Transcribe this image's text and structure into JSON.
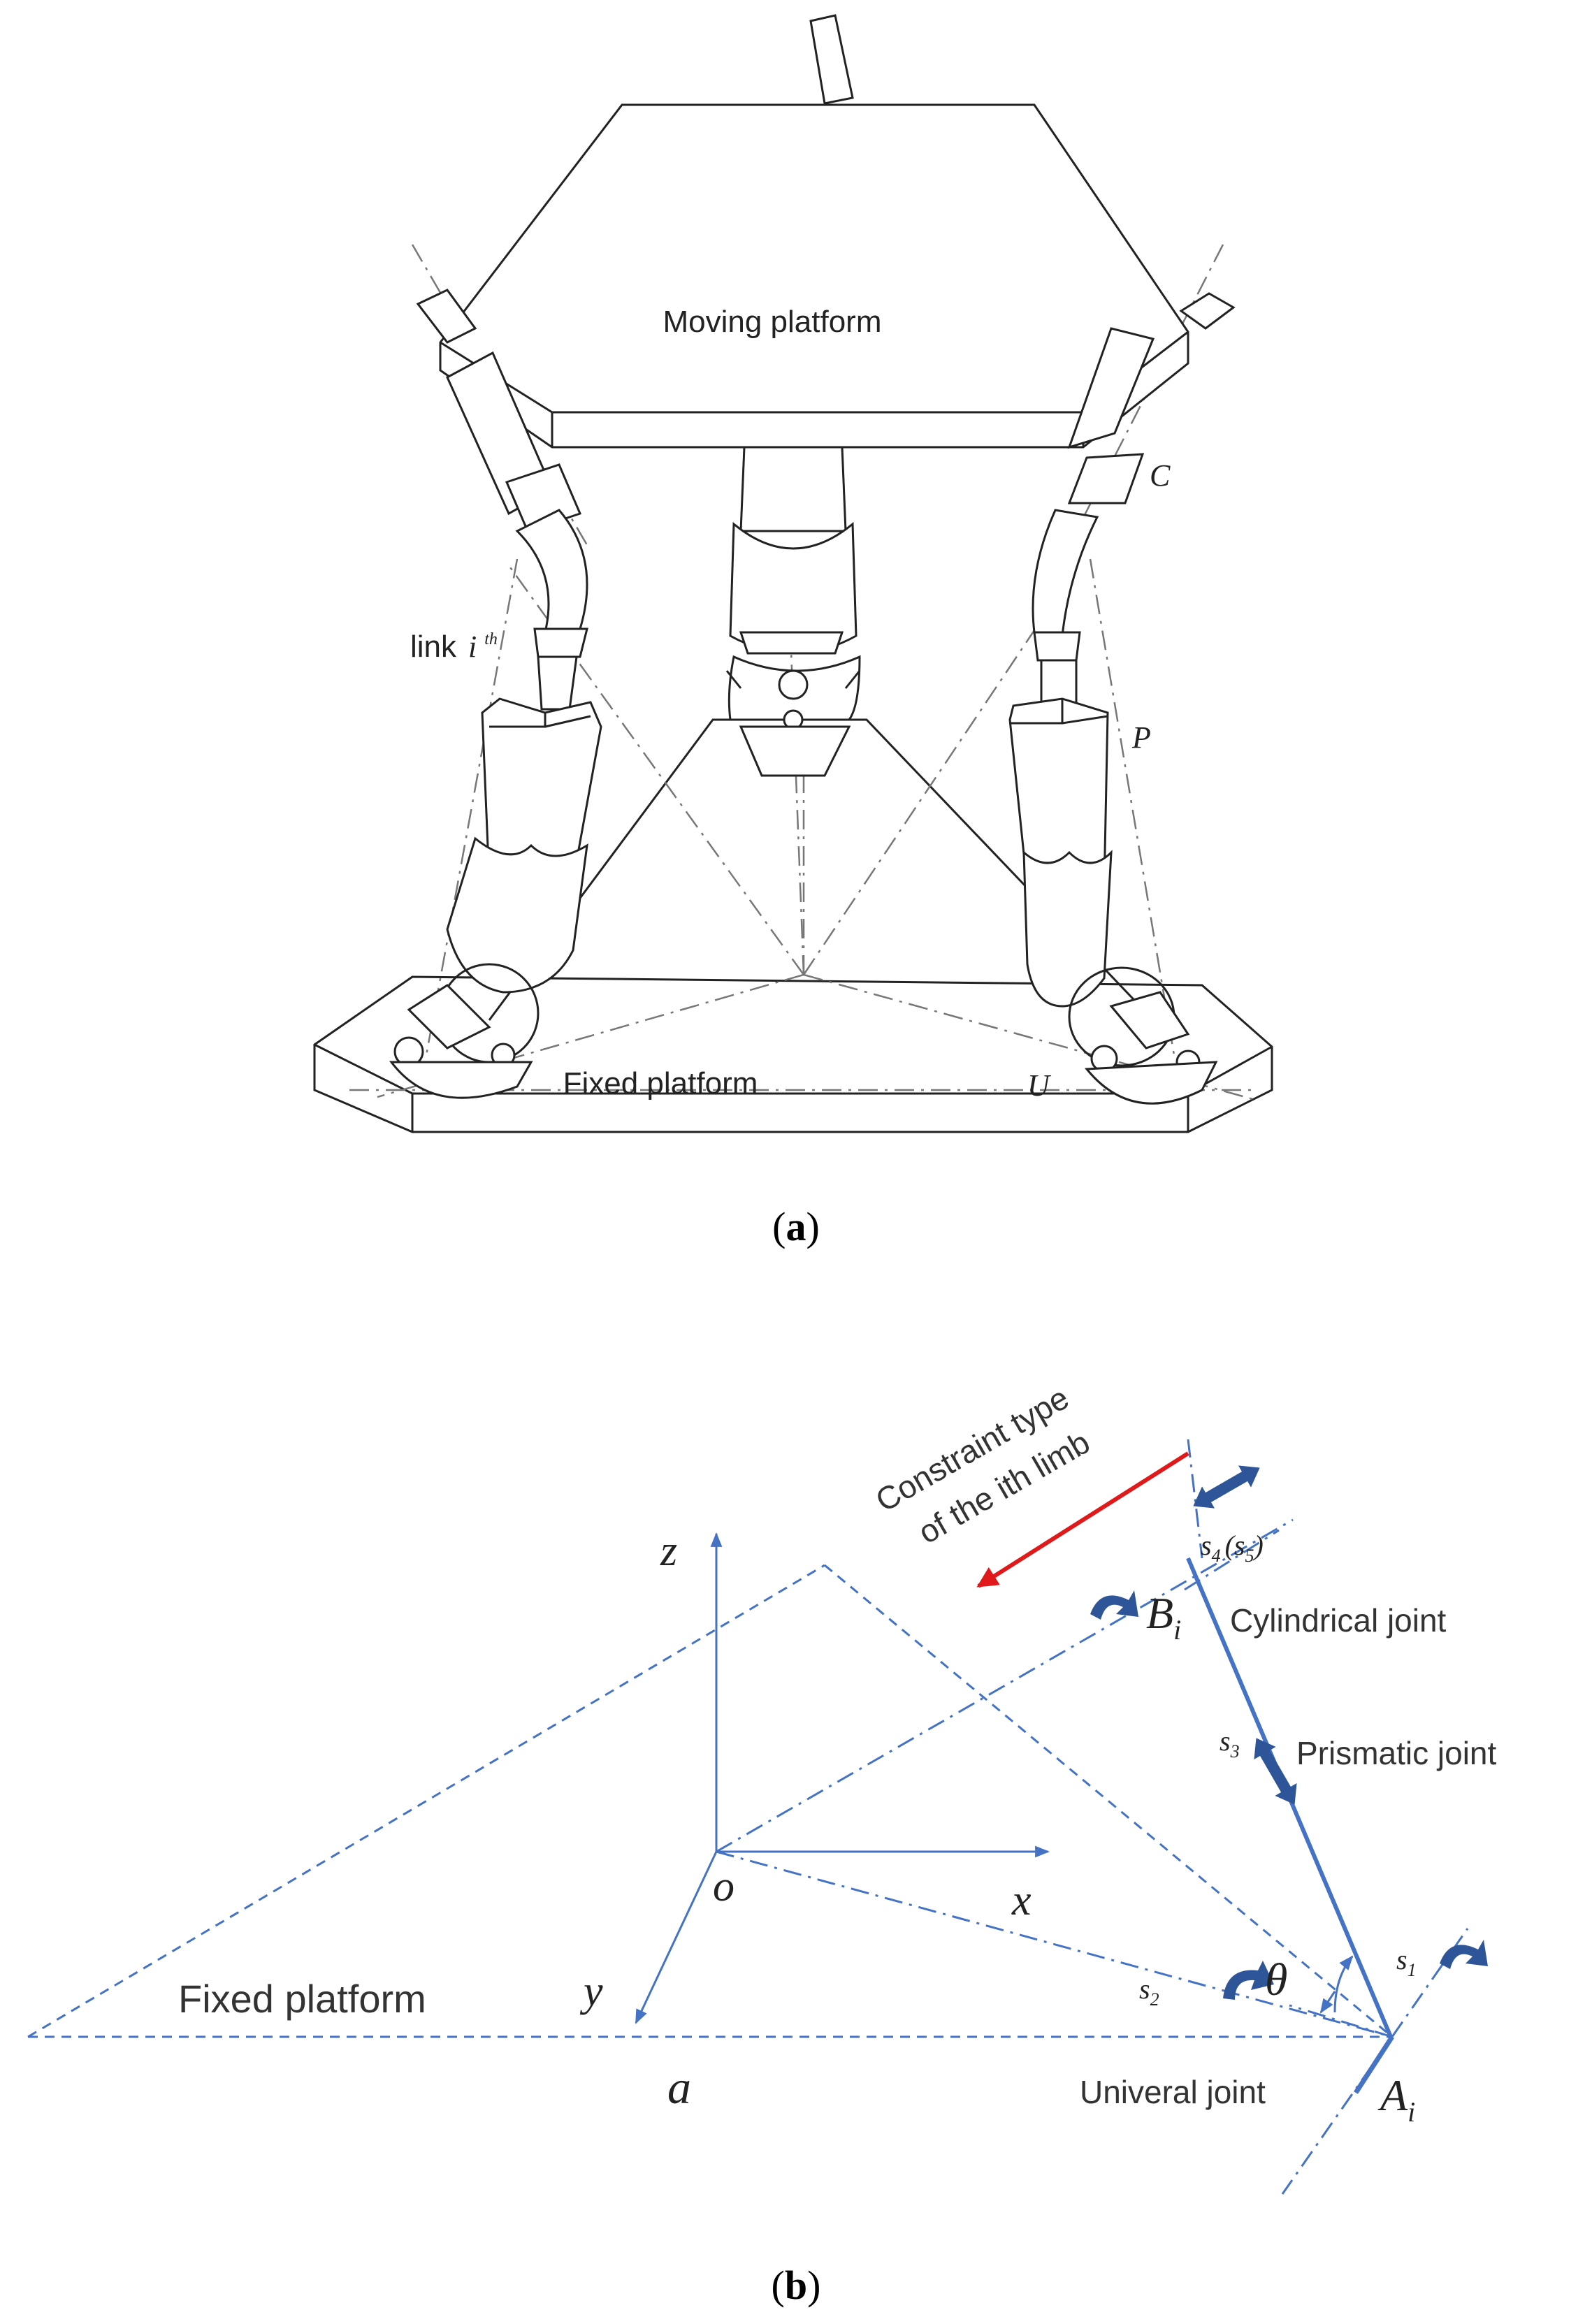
{
  "panel_a": {
    "caption_letter": "a",
    "labels": {
      "moving_platform": "Moving platform",
      "fixed_platform": "Fixed platform",
      "link_prefix": "link",
      "link_var": "i",
      "link_sup": "th",
      "C": "C",
      "P": "P",
      "U": "U"
    }
  },
  "panel_b": {
    "caption_letter": "b",
    "colors": {
      "line": "#4472c4",
      "arrow_fill": "#2e5597",
      "constraint_arrow": "#e0191a"
    },
    "labels": {
      "constraint_line1": "Constraint type",
      "constraint_line2": "of the ith limb",
      "z": "z",
      "x": "x",
      "y": "y",
      "o": "o",
      "a": "a",
      "B": "B",
      "B_sub": "i",
      "A": "A",
      "A_sub": "i",
      "theta": "θ",
      "s4": "s",
      "s4_sub": "4",
      "s5_open": "(s",
      "s5_sub": "5",
      "s5_close": ")",
      "s3": "s",
      "s3_sub": "3",
      "s2": "s",
      "s2_sub": "2",
      "s1": "s",
      "s1_sub": "1",
      "cylindrical": "Cylindrical joint",
      "prismatic": "Prismatic joint",
      "universal": "Univeral joint",
      "fixed_platform": "Fixed platform"
    }
  }
}
